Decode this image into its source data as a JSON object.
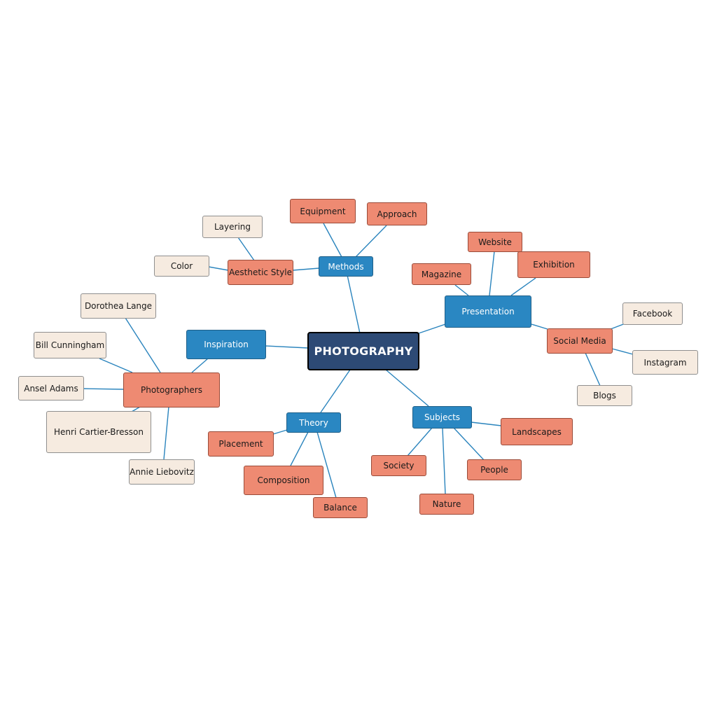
{
  "mindmap": {
    "colors": {
      "root": "#2d4a75",
      "branch": "#2a87c2",
      "sub": "#ee8a72",
      "leaf": "#f6ebe0",
      "link": "#2a84bd"
    },
    "root": "PHOTOGRAPHY",
    "branches": {
      "methods": "Methods",
      "presentation": "Presentation",
      "inspiration": "Inspiration",
      "theory": "Theory",
      "subjects": "Subjects"
    },
    "methods": {
      "equipment": "Equipment",
      "approach": "Approach",
      "aesthetic_style": "Aesthetic Style",
      "layering": "Layering",
      "color": "Color"
    },
    "presentation": {
      "website": "Website",
      "exhibition": "Exhibition",
      "magazine": "Magazine",
      "social_media": "Social Media",
      "facebook": "Facebook",
      "instagram": "Instagram",
      "blogs": "Blogs"
    },
    "inspiration": {
      "photographers": "Photographers",
      "dorothea_lange": "Dorothea Lange",
      "bill_cunningham": "Bill Cunningham",
      "ansel_adams": "Ansel Adams",
      "henri_cartier_bresson": "Henri Cartier-Bresson",
      "annie_liebovitz": "Annie Liebovitz"
    },
    "theory": {
      "placement": "Placement",
      "composition": "Composition",
      "balance": "Balance"
    },
    "subjects": {
      "landscapes": "Landscapes",
      "society": "Society",
      "people": "People",
      "nature": "Nature"
    }
  }
}
